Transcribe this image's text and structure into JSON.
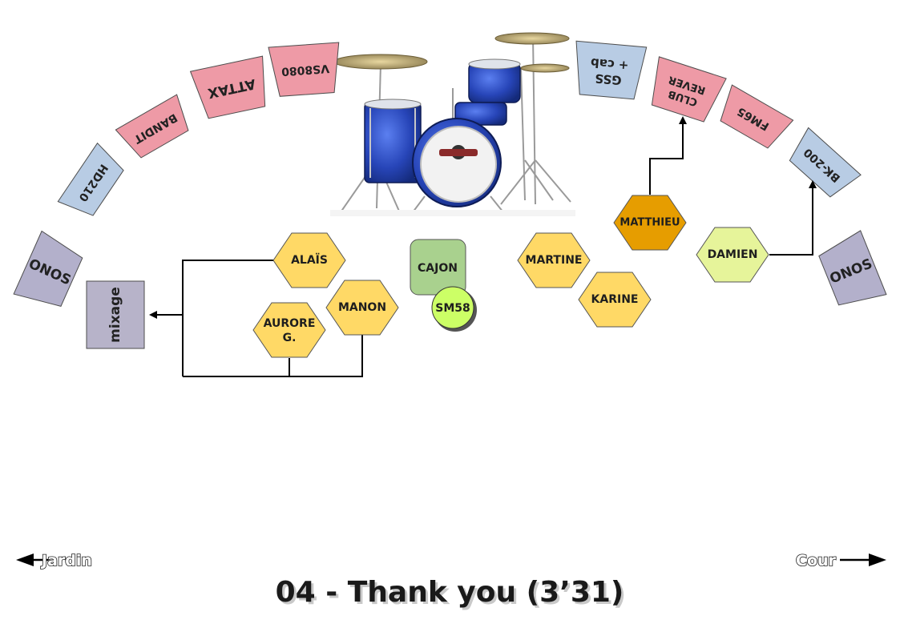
{
  "title": "04 - Thank you (3’31)",
  "sides": {
    "left": "Jardin",
    "right": "Cour"
  },
  "amps": {
    "hd210": "HD210",
    "bandit": "BANDIT",
    "attax": "ATTAX",
    "vs8080": "VS8080",
    "gss_line1": "GSS",
    "gss_line2": "+ cab",
    "club_line1": "CLUB",
    "club_line2": "REVER",
    "fm65": "FM65",
    "bk200": "BK-200"
  },
  "speakers": {
    "left": "ONOS",
    "right": "ONOS"
  },
  "mixage": "mixage",
  "cajon": "CAJON",
  "sm58": "SM58",
  "musicians": {
    "alais": "ALAÏS",
    "manon": "MANON",
    "aurore_line1": "AURORE",
    "aurore_line2": "G.",
    "martine": "MARTINE",
    "karine": "KARINE",
    "matthieu": "MATTHIEU",
    "damien": "DAMIEN"
  },
  "colors": {
    "amp_blue": "#b8cce4",
    "amp_pink": "#ee9aa6",
    "speaker_grey": "#b3b0cb",
    "mixage_grey": "#b7b3c9",
    "vocal_yellow": "#ffd966",
    "matthieu_orange": "#e69d00",
    "damien_green": "#e6f49a",
    "cajon_green": "#a9d18e",
    "sm58_green": "#ccff66",
    "drum_blue": "#2b4fbf"
  }
}
